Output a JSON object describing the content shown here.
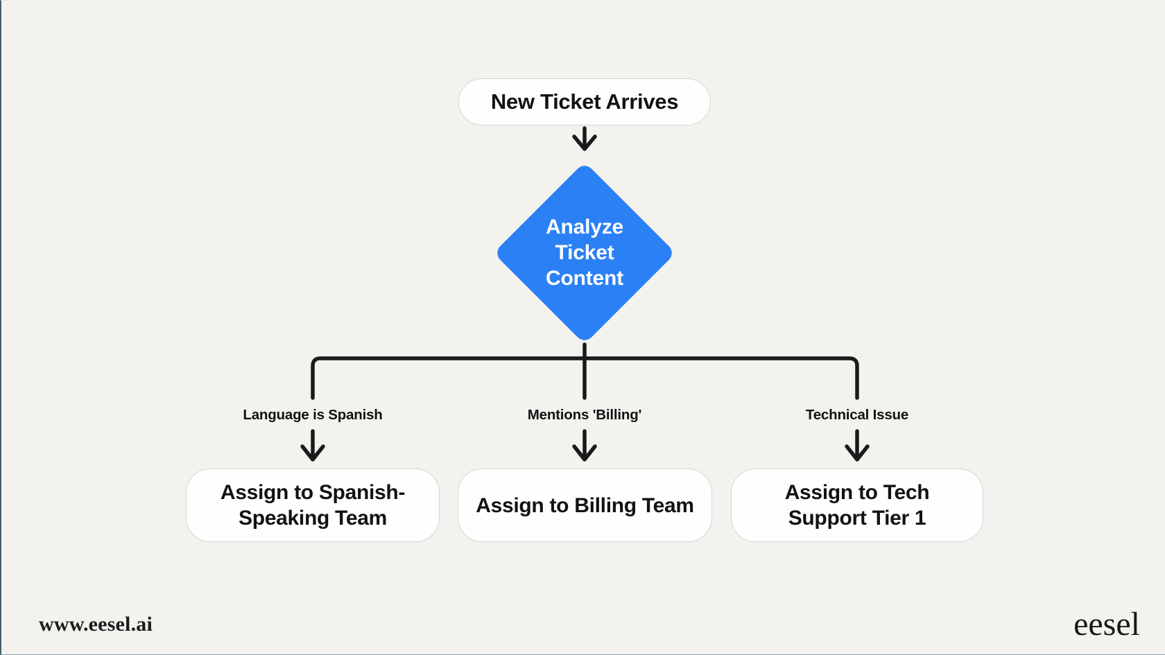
{
  "colors": {
    "background": "#f4f2ef",
    "decision_blue": "#2b80f6",
    "connector_line": "#1a1a1a",
    "node_background": "#fefefe",
    "node_border": "#d7d5d1",
    "edge_border_left": "#42606b"
  },
  "flowchart": {
    "start": {
      "label": "New Ticket Arrives"
    },
    "decision": {
      "lines": [
        "Analyze",
        "Ticket",
        "Content"
      ]
    },
    "branches": [
      {
        "condition": "Language is Spanish",
        "action": "Assign to Spanish-Speaking Team"
      },
      {
        "condition": "Mentions 'Billing'",
        "action": "Assign to Billing Team"
      },
      {
        "condition": "Technical Issue",
        "action": "Assign to Tech Support Tier 1"
      }
    ]
  },
  "footer": {
    "website": "www.eesel.ai",
    "brand": "eesel"
  }
}
